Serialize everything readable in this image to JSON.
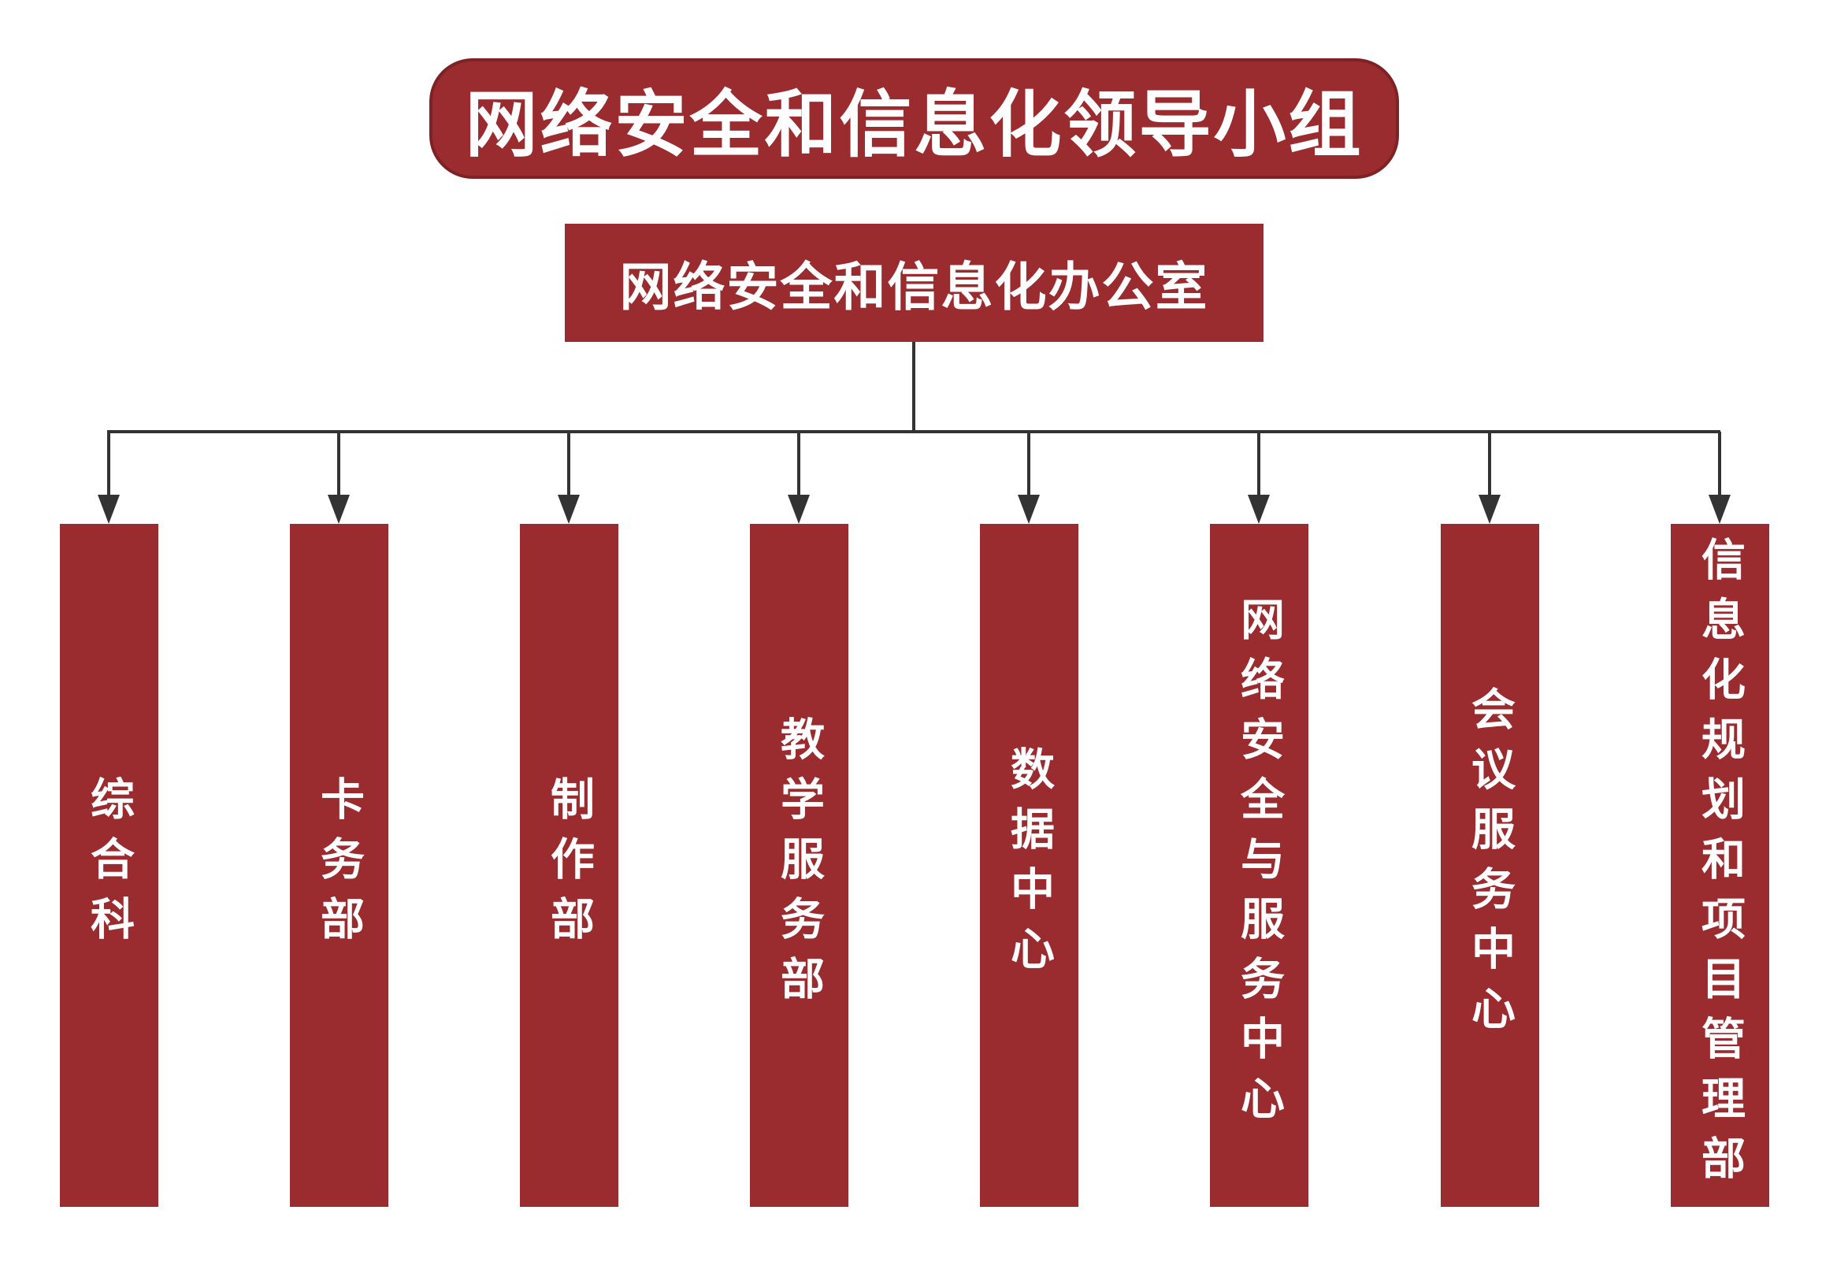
{
  "leadership": {
    "title": "网络安全和信息化领导小组"
  },
  "office": {
    "title": "网络安全和信息化办公室"
  },
  "departments": [
    {
      "label": "综合科"
    },
    {
      "label": "卡务部"
    },
    {
      "label": "制作部"
    },
    {
      "label": "教学服务部"
    },
    {
      "label": "数据中心"
    },
    {
      "label": "网络安全与服务中心"
    },
    {
      "label": "会议服务中心"
    },
    {
      "label": "信息化规划和项目管理部"
    }
  ],
  "colors": {
    "box": "#9a2c2f",
    "connector": "#333333"
  }
}
